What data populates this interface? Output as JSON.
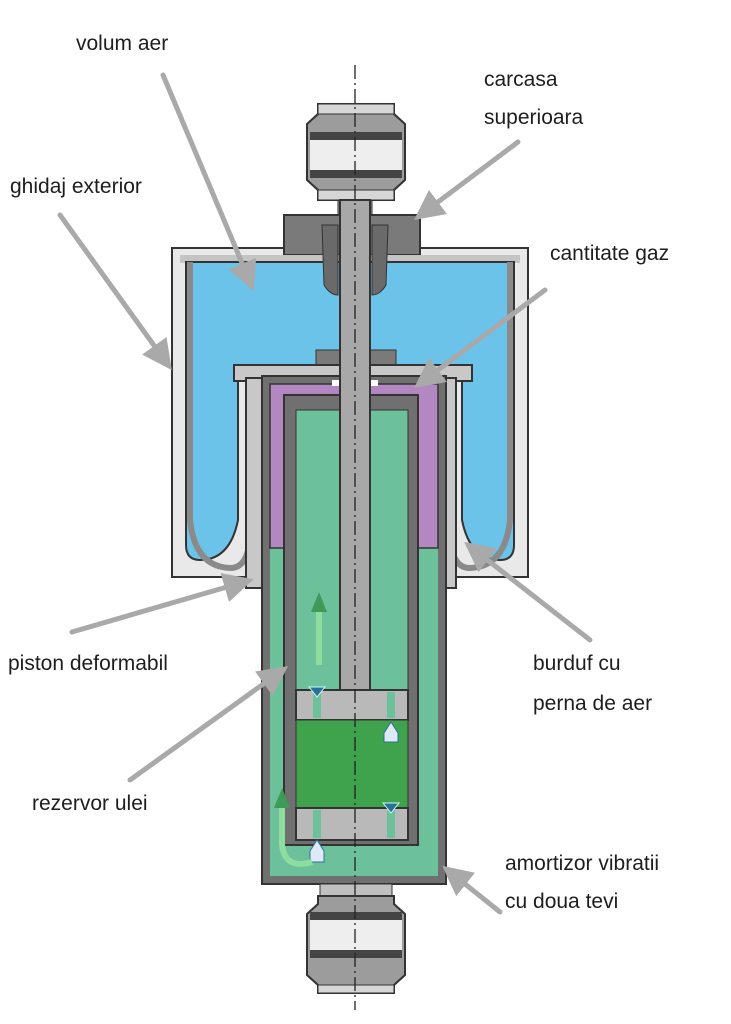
{
  "diagram": {
    "labels": {
      "volum_aer": "volum aer",
      "ghidaj_exterior": "ghidaj exterior",
      "carcasa_superioara_1": "carcasa",
      "carcasa_superioara_2": "superioara",
      "cantitate_gaz": "cantitate gaz",
      "piston_deformabil": "piston deformabil",
      "burduf_1": "burduf cu",
      "burduf_2": "perna de aer",
      "rezervor_ulei": "rezervor ulei",
      "amortizor_1": "amortizor vibratii",
      "amortizor_2": "cu doua tevi"
    },
    "colors": {
      "air": "#6cc3ea",
      "gas": "#b287c2",
      "oil": "#6cc09a",
      "piston_oil": "#3fa24c",
      "metal_dark": "#6e6e6e",
      "metal_light": "#c8c8c8",
      "arrow": "#a9a9a9"
    }
  }
}
